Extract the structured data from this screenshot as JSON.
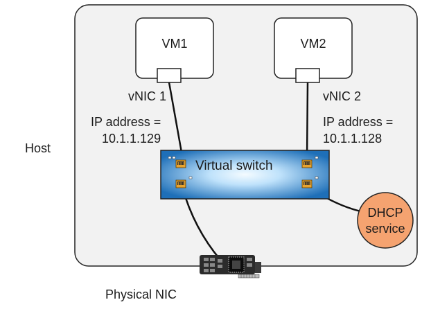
{
  "host": {
    "label": "Host"
  },
  "vm1": {
    "label": "VM1",
    "vnic_label": "vNIC 1",
    "ip_label": "IP address =",
    "ip_value": "10.1.1.129"
  },
  "vm2": {
    "label": "VM2",
    "vnic_label": "vNIC 2",
    "ip_label": "IP address =",
    "ip_value": "10.1.1.128"
  },
  "switch": {
    "label": "Virtual switch"
  },
  "dhcp": {
    "line1": "DHCP",
    "line2": "service"
  },
  "physical_nic": {
    "label": "Physical NIC"
  },
  "colors": {
    "host_fill": "#f2f2f2",
    "switch_blue": "#1e6fb8",
    "switch_highlight": "#dff1ff",
    "dhcp_fill": "#f5a370",
    "port_orange": "#e8a430",
    "chip_dark": "#2b2b2b"
  },
  "icons": [
    "ethernet-port-icon",
    "network-card-icon"
  ]
}
